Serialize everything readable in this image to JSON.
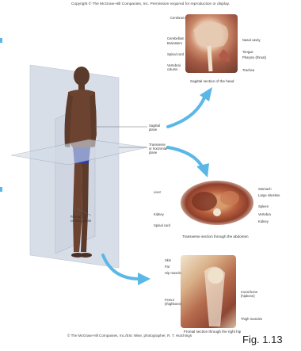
{
  "copyright_top": "Copyright © The McGraw-Hill Companies, Inc. Permission required for reproduction or display.",
  "copyright_bottom": "© The McGraw-Hill Companies, Inc./Eric Wise, photographer, R. T. Hutchings",
  "figure_label": "Fig. 1.13",
  "planes": {
    "sagittal": "Sagittal\nplane",
    "transverse": "Transverse\nor horizontal\nplane",
    "frontal": "Frontal, or\ncoronal, plane"
  },
  "head_section": {
    "caption": "Sagittal section of the head",
    "labels_left": [
      "Cerebrum",
      "Cerebellum",
      "Brainstem",
      "Spinal cord",
      "Vertebral column"
    ],
    "labels_right": [
      "Nasal cavity",
      "Tongue",
      "Pharynx (throat)",
      "Trachea"
    ]
  },
  "abdomen_section": {
    "caption": "Transverse section through the abdomen",
    "labels_left": [
      "Liver",
      "Kidney",
      "Spinal cord"
    ],
    "labels_right": [
      "Stomach",
      "Large intestine",
      "Spleen",
      "Vertebra",
      "Kidney"
    ]
  },
  "hip_section": {
    "caption": "Frontal section through the right hip",
    "labels_left": [
      "Skin",
      "Fat",
      "Hip muscle",
      "Femur (thighbone)"
    ],
    "labels_right": [
      "Coxal bone (hipbone)",
      "Thigh muscles"
    ]
  },
  "colors": {
    "arrow": "#5bb8e6",
    "plane": "#9fb0c8",
    "tissue": "#c86a4a"
  }
}
